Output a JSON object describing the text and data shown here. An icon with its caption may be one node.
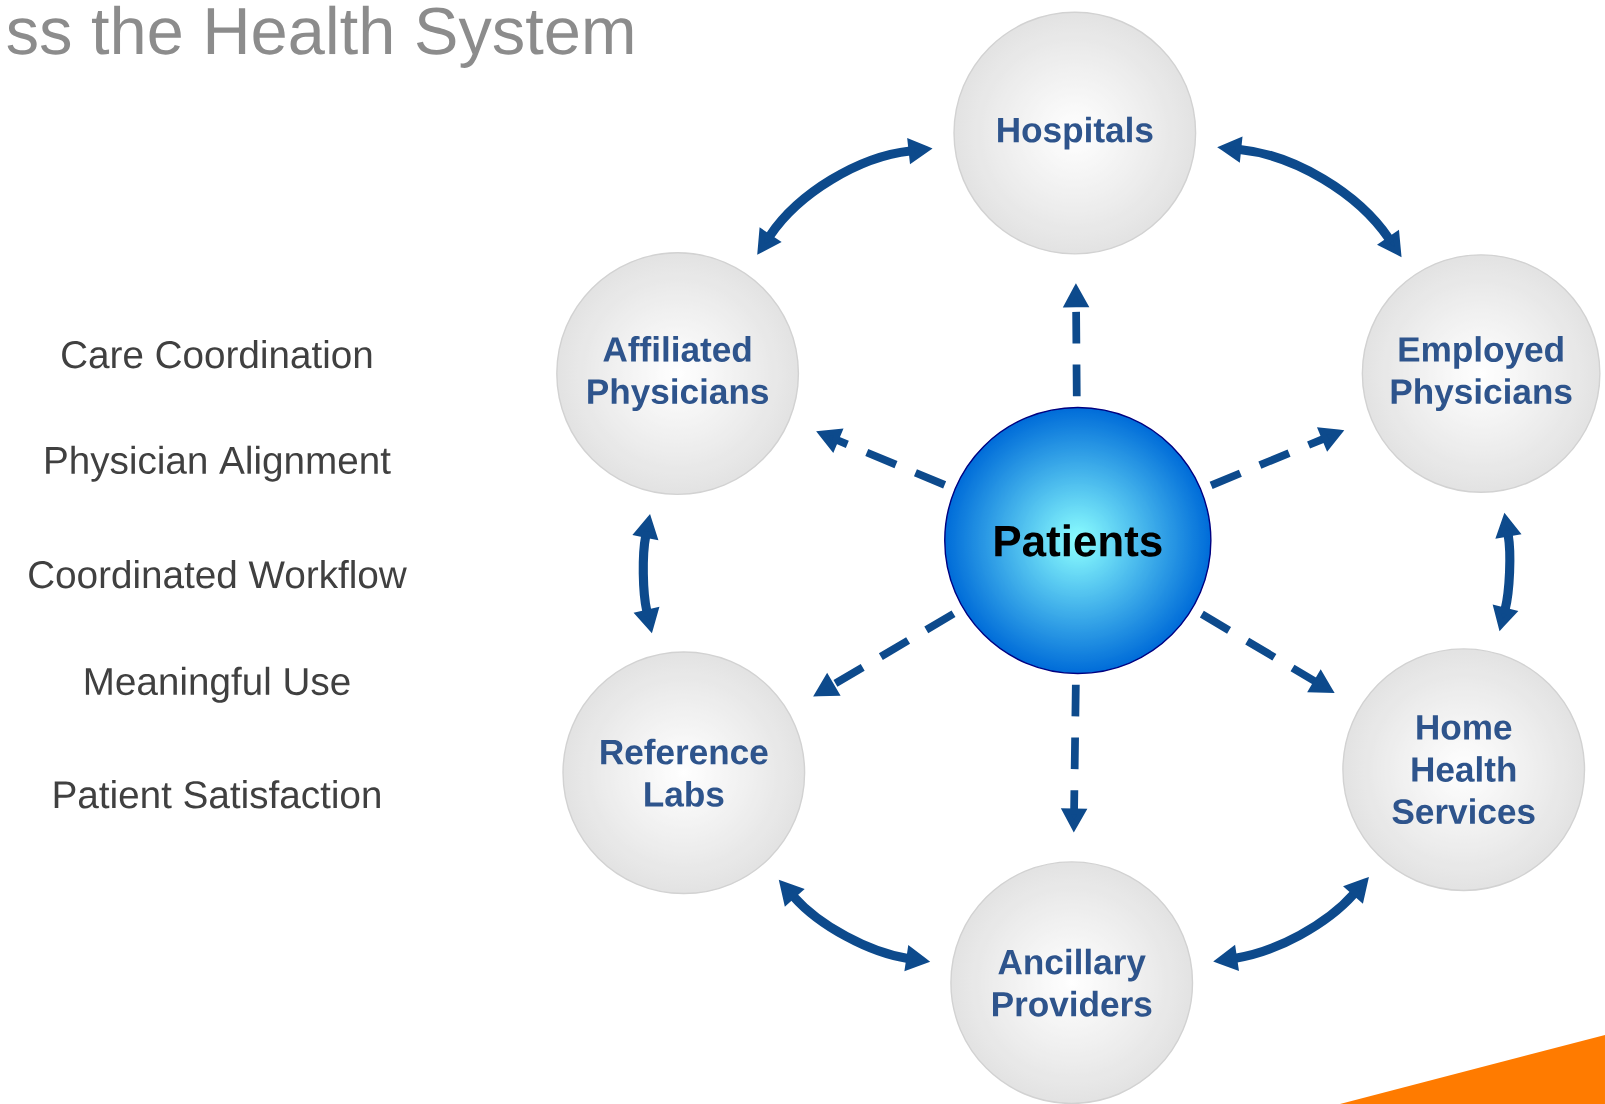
{
  "diagram": {
    "title": "ss the Health System",
    "nodes": [
      {
        "text": [
          "Hospitals"
        ]
      },
      {
        "text": [
          "Affiliated Physicians"
        ]
      },
      {
        "text": [
          "Employed Physicians"
        ]
      },
      {
        "text": [
          "Patients"
        ]
      },
      {
        "text": [
          "Reference Labs"
        ]
      },
      {
        "text": [
          "Home Health Services"
        ]
      },
      {
        "text": [
          "Ancillary Providers"
        ]
      }
    ],
    "edges": [
      {
        "from": 0,
        "to": 1,
        "arrow": "both"
      },
      {
        "from": 0,
        "to": 2,
        "arrow": "both"
      },
      {
        "from": 1,
        "to": 4,
        "arrow": "both"
      },
      {
        "from": 2,
        "to": 5,
        "arrow": "both"
      },
      {
        "from": 4,
        "to": 6,
        "arrow": "both"
      },
      {
        "from": 6,
        "to": 5,
        "arrow": "both"
      },
      {
        "from": 3,
        "to": 0,
        "arrow": "to",
        "style": "dashed"
      },
      {
        "from": 3,
        "to": 1,
        "arrow": "to",
        "style": "dashed"
      },
      {
        "from": 3,
        "to": 2,
        "arrow": "to",
        "style": "dashed"
      },
      {
        "from": 3,
        "to": 4,
        "arrow": "to",
        "style": "dashed"
      },
      {
        "from": 3,
        "to": 5,
        "arrow": "to",
        "style": "dashed"
      },
      {
        "from": 3,
        "to": 6,
        "arrow": "to",
        "style": "dashed"
      }
    ],
    "labels": [
      "Care Coordination",
      "Physician Alignment",
      "Coordinated Workflow",
      "Meaningful Use",
      "Patient Satisfaction"
    ]
  }
}
